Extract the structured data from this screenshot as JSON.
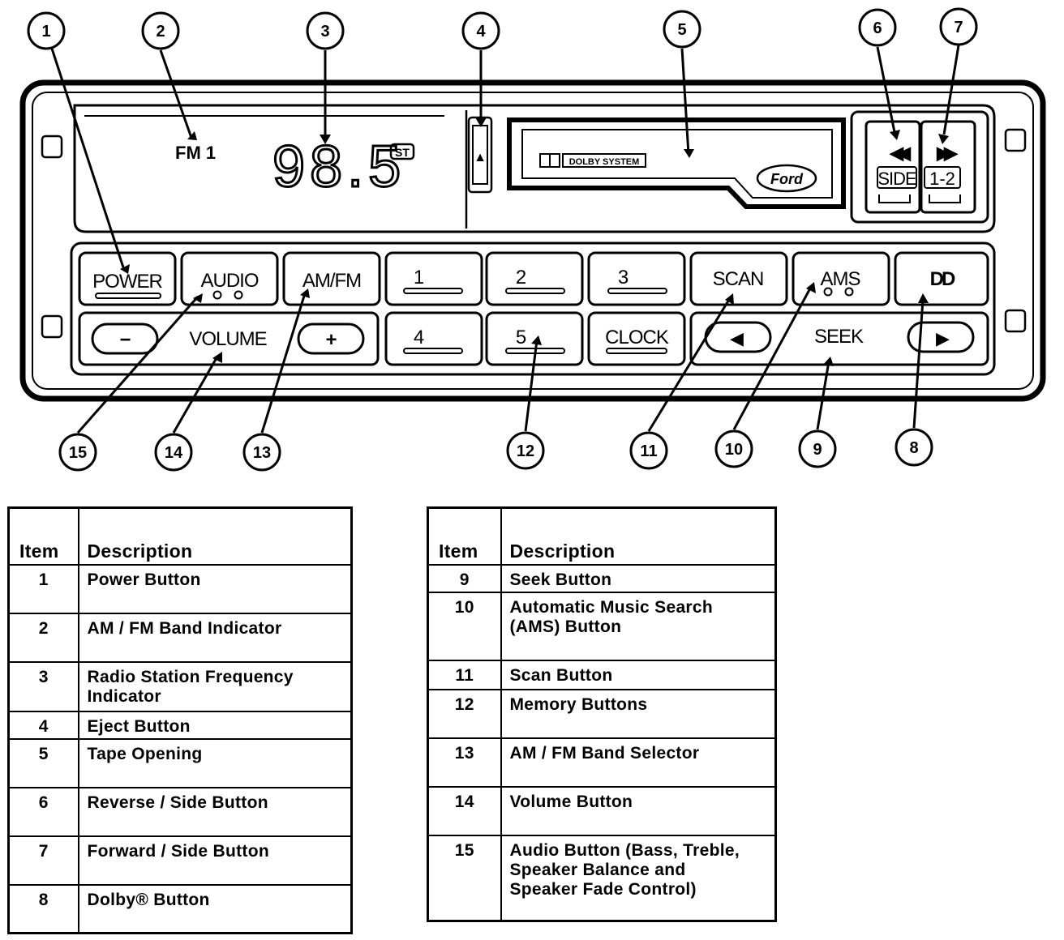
{
  "radio": {
    "band": "FM 1",
    "frequency": "98.5",
    "stereo_badge": "ST",
    "dolby_label": "DOLBY SYSTEM",
    "brand": "Ford",
    "buttons": {
      "power": "POWER",
      "audio": "AUDIO",
      "amfm": "AM/FM",
      "preset1": "1",
      "preset2": "2",
      "preset3": "3",
      "scan": "SCAN",
      "ams": "AMS",
      "dolby": "DD",
      "volume_minus": "−",
      "volume": "VOLUME",
      "volume_plus": "+",
      "preset4": "4",
      "preset5": "5",
      "clock": "CLOCK",
      "seek_left": "◀",
      "seek": "SEEK",
      "seek_right": "▶",
      "rewind": "◀◀",
      "forward": "▶▶",
      "side": "SIDE",
      "one_two": "1-2",
      "eject": "▲"
    }
  },
  "callouts": [
    "1",
    "2",
    "3",
    "4",
    "5",
    "6",
    "7",
    "8",
    "9",
    "10",
    "11",
    "12",
    "13",
    "14",
    "15"
  ],
  "table_left": {
    "header": {
      "item": "Item",
      "description": "Description"
    },
    "rows": [
      {
        "item": "1",
        "description": "Power Button"
      },
      {
        "item": "2",
        "description": "AM / FM Band Indicator"
      },
      {
        "item": "3",
        "description": "Radio Station Frequency\nIndicator"
      },
      {
        "item": "4",
        "description": "Eject Button"
      },
      {
        "item": "5",
        "description": "Tape Opening"
      },
      {
        "item": "6",
        "description": "Reverse / Side Button"
      },
      {
        "item": "7",
        "description": "Forward / Side Button"
      },
      {
        "item": "8",
        "description": "Dolby® Button"
      }
    ]
  },
  "table_right": {
    "header": {
      "item": "Item",
      "description": "Description"
    },
    "rows": [
      {
        "item": "9",
        "description": "Seek Button"
      },
      {
        "item": "10",
        "description": "Automatic Music Search\n(AMS) Button"
      },
      {
        "item": "11",
        "description": "Scan Button"
      },
      {
        "item": "12",
        "description": "Memory Buttons"
      },
      {
        "item": "13",
        "description": "AM / FM Band Selector"
      },
      {
        "item": "14",
        "description": "Volume Button"
      },
      {
        "item": "15",
        "description": "Audio Button (Bass, Treble,\nSpeaker Balance and\nSpeaker Fade Control)"
      }
    ]
  }
}
